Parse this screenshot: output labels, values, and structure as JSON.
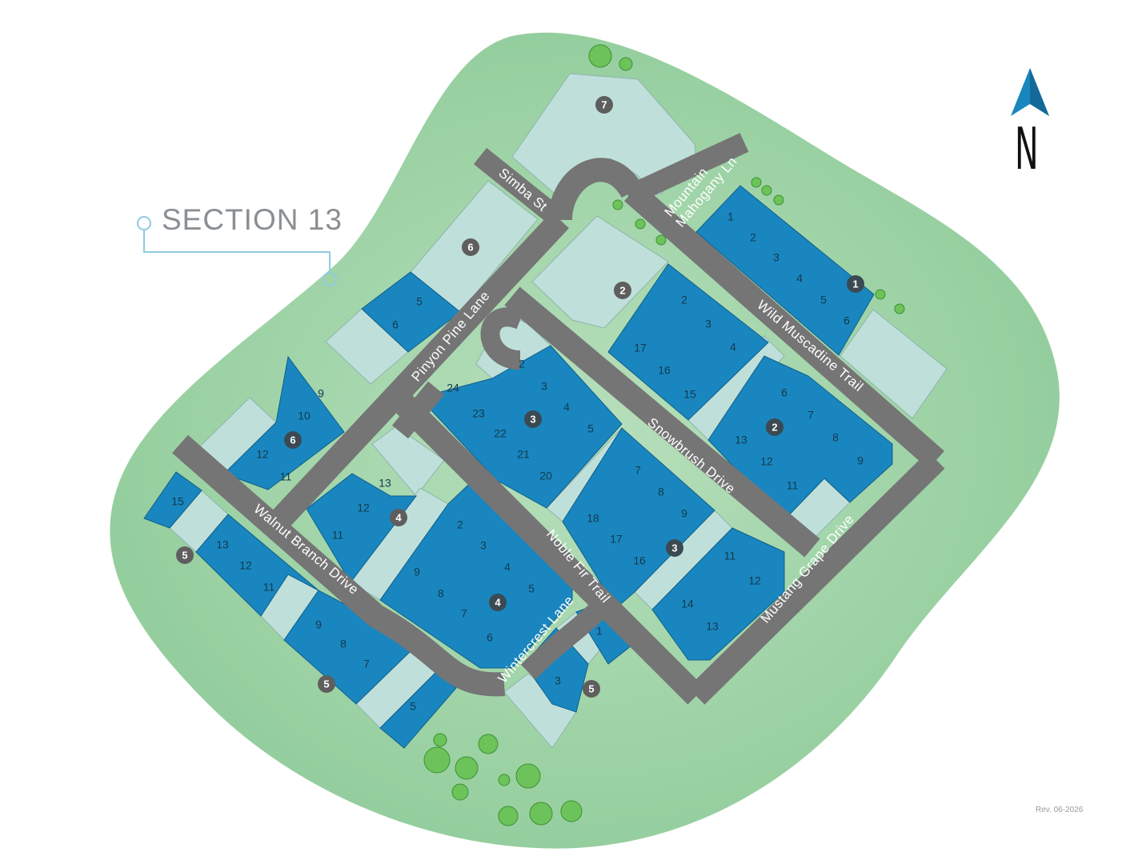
{
  "section_label": "SECTION 13",
  "revision": "Rev. 06-2026",
  "north_label": "N",
  "colors": {
    "grass": "#9fd3a6",
    "road": "#757575",
    "lot_available": "#1a86bf",
    "lot_unavailable": "#bfe0da",
    "badge": "#5e5e5e",
    "accent": "#8fcbe0"
  },
  "streets": {
    "simba": "Simba St",
    "mountain_1": "Mountain",
    "mountain_2": "Mahogany Ln",
    "pinyon": "Pinyon Pine Lane",
    "wild": "Wild Muscadine Trail",
    "snowbrush": "Snowbrush Drive",
    "walnut": "Walnut Branch Drive",
    "noble": "Noble Fir Trail",
    "wintercrest": "Wintercrest Lane",
    "mustang": "Mustang Grape Drive"
  },
  "phase_badges": [
    "1",
    "2",
    "2",
    "3",
    "3",
    "4",
    "4",
    "5",
    "5",
    "5",
    "6",
    "6",
    "7"
  ],
  "lot_numbers": {
    "block_1": [
      "1",
      "2",
      "3",
      "4",
      "5",
      "6"
    ],
    "block_2_north": [
      "2",
      "3",
      "4",
      "17",
      "16",
      "15"
    ],
    "block_2_east": [
      "6",
      "7",
      "8",
      "9",
      "13",
      "12",
      "11"
    ],
    "block_3_north": [
      "24",
      "2",
      "3",
      "23",
      "22",
      "4",
      "5",
      "21",
      "20"
    ],
    "block_3_south": [
      "7",
      "8",
      "9",
      "18",
      "17",
      "16",
      "11",
      "12",
      "14",
      "13"
    ],
    "block_4": [
      "13",
      "12",
      "11",
      "2",
      "3",
      "4",
      "5",
      "9",
      "8",
      "7",
      "6"
    ],
    "block_5_east": [
      "1",
      "3"
    ],
    "block_5_west": [
      "15",
      "13",
      "12",
      "11",
      "9",
      "8",
      "7",
      "5"
    ],
    "block_6": [
      "5",
      "6",
      "9",
      "10",
      "12",
      "11"
    ]
  }
}
